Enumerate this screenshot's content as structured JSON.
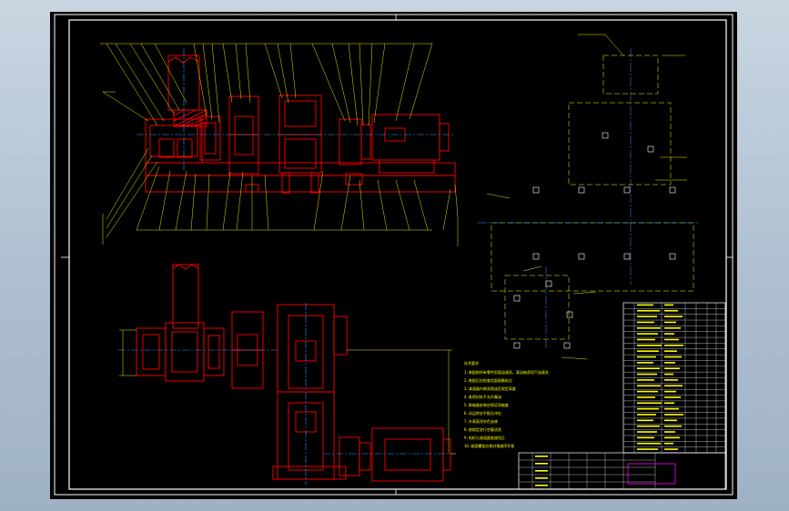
{
  "colors": {
    "background": "#000000",
    "frame": "#ffffff",
    "outline": "#ff0000",
    "leader": "#ffff00",
    "centerline": "#3399ff",
    "title_block": "#ffffff",
    "stamp": "#ff00ff"
  },
  "tech_requirements": {
    "heading": "技术要求",
    "lines": [
      "1.装配前所有零件用煤油清洗，滚动轴承用汽油清洗",
      "2.装配后应检查齿面接触斑点",
      "3.减速器内装润滑油至规定高度",
      "4.各密封处不允许漏油",
      "5.联轴器安装应保证同轴度",
      "6.试运转应平稳无冲击",
      "7.外表面涂灰色油漆",
      "8.按规定进行空载试验",
      "9.电机与减速器底座找正",
      "10.紧固螺栓应按对角顺序拧紧"
    ]
  },
  "parts_list_rows": 26,
  "title_block_rows": 5
}
